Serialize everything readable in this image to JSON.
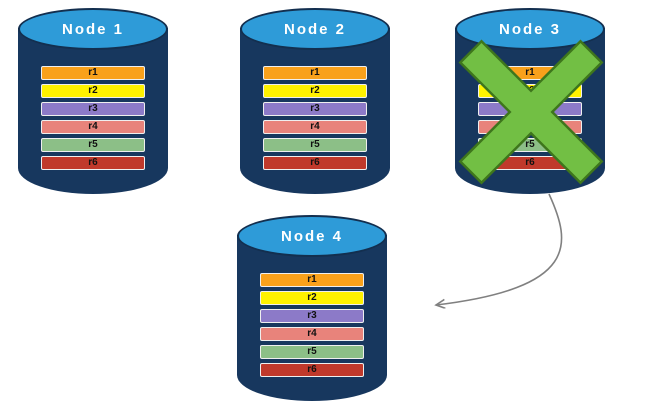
{
  "diagram": {
    "background": "#FFFFFF",
    "cylinder": {
      "body_color": "#17375E",
      "top_color": "#2E9BD8"
    },
    "failure": {
      "node": "Node 3",
      "marker": "green-x",
      "color": "#72BF44"
    },
    "arrow": {
      "from": "Node 3",
      "to": "Node 4",
      "color": "#808080"
    }
  },
  "nodes": [
    {
      "label": "Node 1",
      "failed": false,
      "rows": [
        {
          "label": "r1",
          "color": "#F9A11B"
        },
        {
          "label": "r2",
          "color": "#FFF200"
        },
        {
          "label": "r3",
          "color": "#8C7AC8"
        },
        {
          "label": "r4",
          "color": "#E8837B"
        },
        {
          "label": "r5",
          "color": "#8CBF87"
        },
        {
          "label": "r6",
          "color": "#C0392B"
        }
      ]
    },
    {
      "label": "Node 2",
      "failed": false,
      "rows": [
        {
          "label": "r1",
          "color": "#F9A11B"
        },
        {
          "label": "r2",
          "color": "#FFF200"
        },
        {
          "label": "r3",
          "color": "#8C7AC8"
        },
        {
          "label": "r4",
          "color": "#E8837B"
        },
        {
          "label": "r5",
          "color": "#8CBF87"
        },
        {
          "label": "r6",
          "color": "#C0392B"
        }
      ]
    },
    {
      "label": "Node 3",
      "failed": true,
      "rows": [
        {
          "label": "r1",
          "color": "#F9A11B"
        },
        {
          "label": "r2",
          "color": "#FFF200"
        },
        {
          "label": "r3",
          "color": "#8C7AC8"
        },
        {
          "label": "r4",
          "color": "#E8837B"
        },
        {
          "label": "r5",
          "color": "#8CBF87"
        },
        {
          "label": "r6",
          "color": "#C0392B"
        }
      ]
    },
    {
      "label": "Node 4",
      "failed": false,
      "rows": [
        {
          "label": "r1",
          "color": "#F9A11B"
        },
        {
          "label": "r2",
          "color": "#FFF200"
        },
        {
          "label": "r3",
          "color": "#8C7AC8"
        },
        {
          "label": "r4",
          "color": "#E8837B"
        },
        {
          "label": "r5",
          "color": "#8CBF87"
        },
        {
          "label": "r6",
          "color": "#C0392B"
        }
      ]
    }
  ]
}
